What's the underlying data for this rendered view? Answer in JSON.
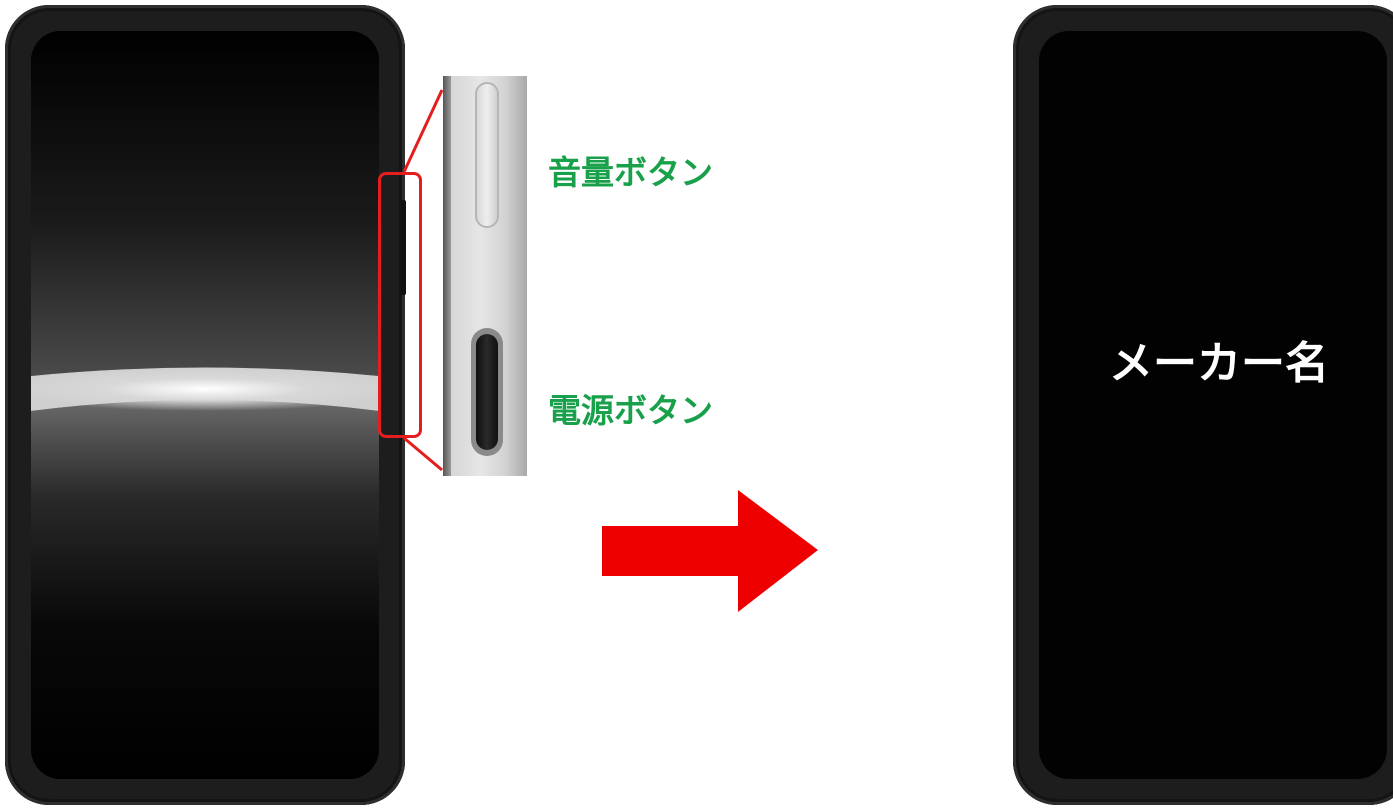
{
  "labels": {
    "volume_button": "音量ボタン",
    "power_button": "電源ボタン",
    "maker_name": "メーカー名"
  },
  "colors": {
    "label_green": "#19a04a",
    "arrow_red": "#ee0000",
    "callout_red": "#e41e1e",
    "phone_body": "#1d1d1d",
    "screen": "#000000"
  },
  "icons": {
    "arrow": "arrow-right-icon",
    "camera": "front-camera-icon"
  }
}
